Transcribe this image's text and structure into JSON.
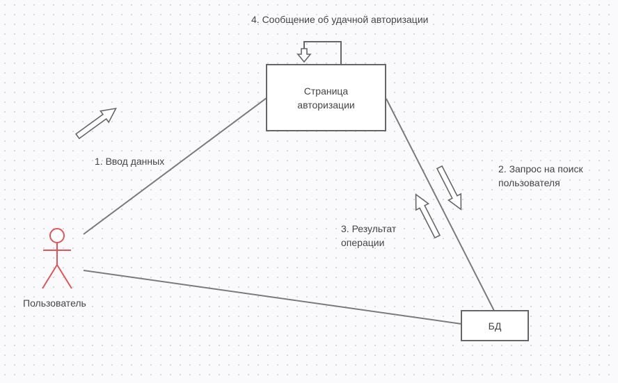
{
  "nodes": {
    "auth_page": {
      "line1": "Страница",
      "line2": "авторизации"
    },
    "db": {
      "label": "БД"
    },
    "actor": {
      "label": "Пользователь"
    }
  },
  "steps": {
    "step1": "1. Ввод данных",
    "step2_line1": "2. Запрос на поиск",
    "step2_line2": "пользователя",
    "step3_line1": "3. Результат",
    "step3_line2": "операции",
    "step4": "4. Сообщение об удачной авторизации"
  },
  "colors": {
    "line": "#7a7a7a",
    "box_border": "#666666",
    "actor": "#e05555",
    "text": "#444444"
  }
}
